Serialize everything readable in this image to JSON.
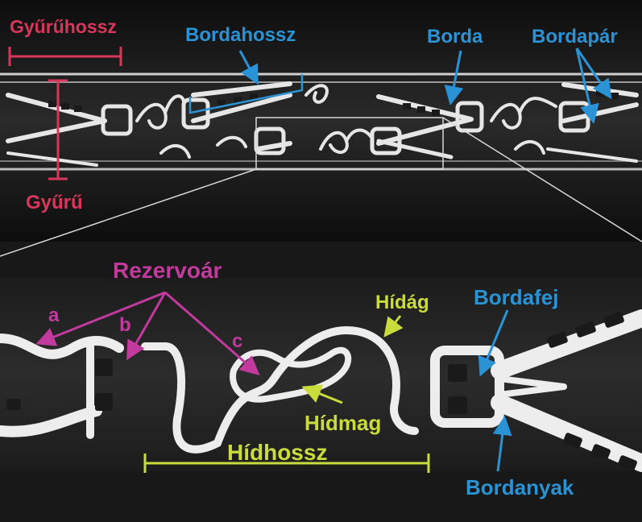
{
  "colors": {
    "red": "#d8365a",
    "blue": "#2a93d5",
    "magenta": "#c23a9e",
    "yellow_green": "#c9dc3c",
    "background": "#1a1a1a",
    "stent_metal": "#e8e8e8"
  },
  "top_panel": {
    "labels": {
      "ring_length": "Gyűrűhossz",
      "strut_length": "Bordahossz",
      "strut": "Borda",
      "strut_pair": "Bordapár",
      "ring": "Gyűrű"
    }
  },
  "bottom_panel": {
    "labels": {
      "reservoir": "Rezervoár",
      "letter_a": "a",
      "letter_b": "b",
      "letter_c": "c",
      "bridge_arm": "Hídág",
      "strut_head": "Bordafej",
      "bridge_core": "Hídmag",
      "bridge_length": "Hídhossz",
      "strut_neck": "Bordanyak"
    }
  }
}
